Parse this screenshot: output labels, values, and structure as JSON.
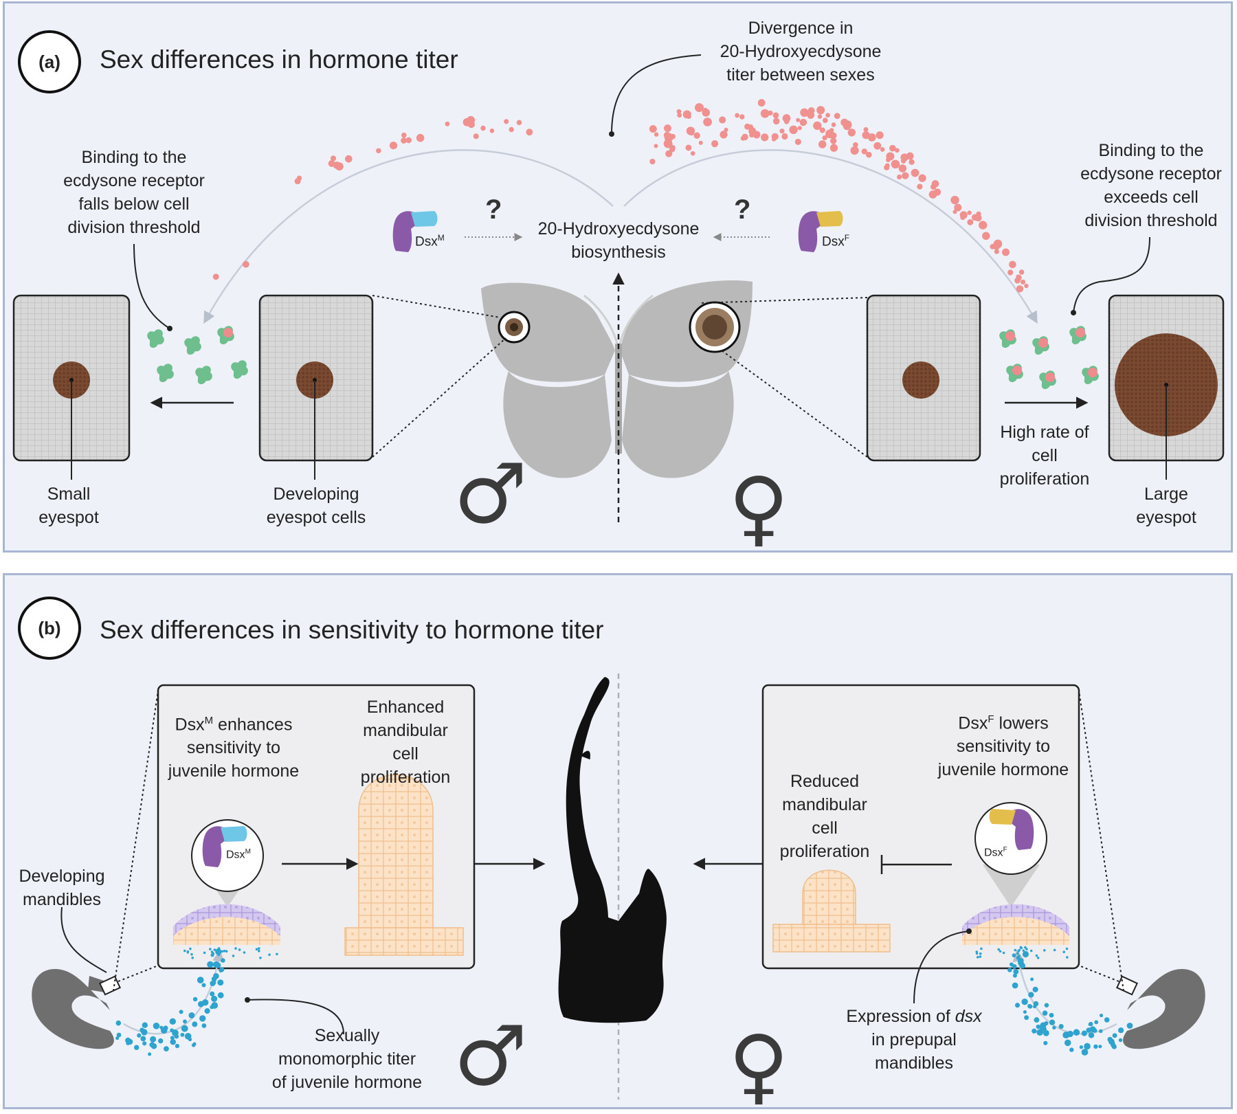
{
  "panel_a": {
    "badge": "(a)",
    "title": "Sex differences in hormone titer",
    "divergence": [
      "Divergence in",
      "20-Hydroxyecdysone",
      "titer between sexes"
    ],
    "binding_below": [
      "Binding to the",
      "ecdysone receptor",
      "falls below cell",
      "division threshold"
    ],
    "binding_exceeds": [
      "Binding to the",
      "ecdysone receptor",
      "exceeds cell",
      "division threshold"
    ],
    "biosynthesis": [
      "20-Hydroxyecdysone",
      "biosynthesis"
    ],
    "question": "?",
    "dsx_m": "Dsx",
    "dsx_m_sup": "M",
    "dsx_f": "Dsx",
    "dsx_f_sup": "F",
    "small_eyespot": [
      "Small",
      "eyespot"
    ],
    "developing_cells": [
      "Developing",
      "eyespot cells"
    ],
    "high_rate": [
      "High rate of",
      "cell",
      "proliferation"
    ],
    "large_eyespot": [
      "Large",
      "eyespot"
    ],
    "male_symbol": "♂",
    "female_symbol": "♀"
  },
  "panel_b": {
    "badge": "(b)",
    "title": "Sex differences in sensitivity to hormone titer",
    "dsx_m_text_pre": "Dsx",
    "dsx_m_text_sup": "M",
    "dsx_m_text_post": " enhances",
    "dsx_m_lines": [
      "sensitivity to",
      "juvenile hormone"
    ],
    "enhanced": [
      "Enhanced",
      "mandibular",
      "cell",
      "proliferation"
    ],
    "dsx_f_text_pre": "Dsx",
    "dsx_f_text_sup": "F",
    "dsx_f_text_post": " lowers",
    "dsx_f_lines": [
      "sensitivity to",
      "juvenile hormone"
    ],
    "reduced": [
      "Reduced",
      "mandibular",
      "cell",
      "proliferation"
    ],
    "developing_mandibles": [
      "Developing",
      "mandibles"
    ],
    "monomorphic": [
      "Sexually",
      "monomorphic titer",
      "of juvenile hormone"
    ],
    "expression_pre": "Expression of ",
    "expression_italic": "dsx",
    "expression_lines": [
      "in prepupal",
      "mandibles"
    ],
    "dsx_m": "Dsx",
    "dsx_m_sup": "M",
    "dsx_f": "Dsx",
    "dsx_f_sup": "F",
    "male_symbol": "♂",
    "female_symbol": "♀"
  },
  "colors": {
    "panel_bg": "#eef2f8",
    "panel_border": "#a9b6d3",
    "hormone_dot": "#f08f8f",
    "receptor": "#6fbf8e",
    "eyespot": "#6b3f2a",
    "juvenile_dot": "#2ea3cf",
    "dsx_purple": "#8a5aa8",
    "dsx_blue": "#6fc7e8",
    "dsx_yellow": "#e3be4a",
    "cell_peach": "#fbd9b5",
    "cell_lavender": "#c9b8ea",
    "mandible": "#111111",
    "silhouette": "#b8b8b8"
  }
}
